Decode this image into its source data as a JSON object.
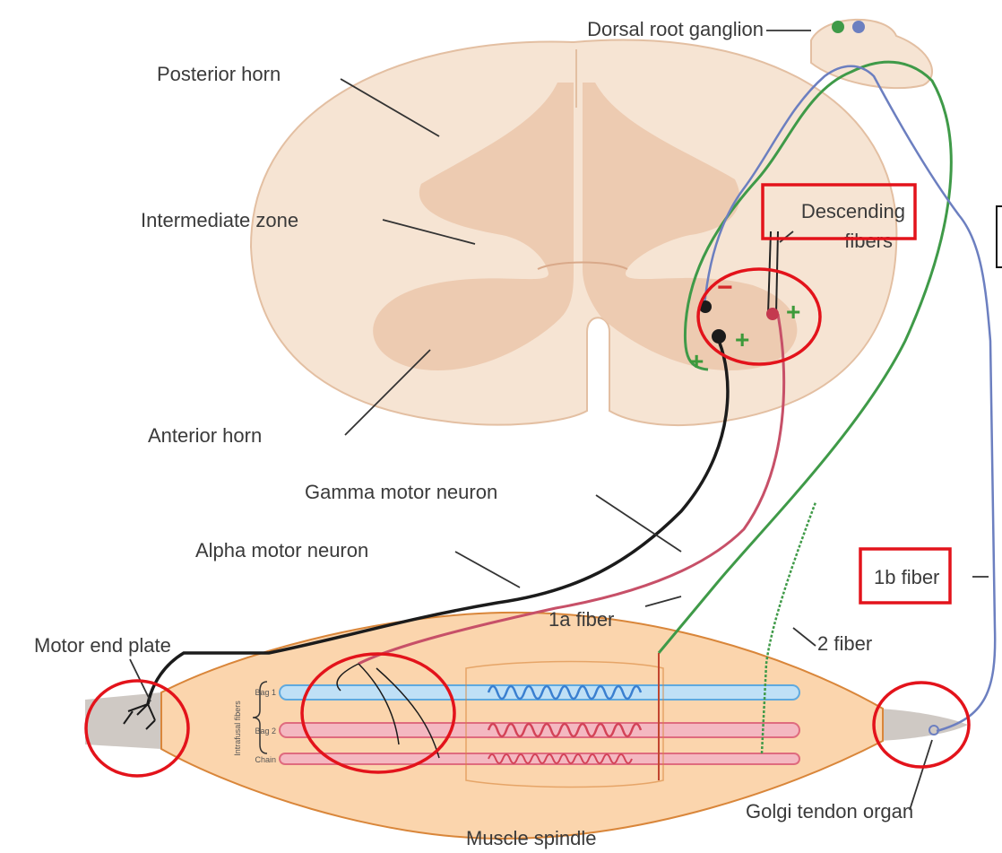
{
  "labels": {
    "dorsal_root_ganglion": "Dorsal root ganglion",
    "posterior_horn": "Posterior horn",
    "intermediate_zone": "Intermediate zone",
    "anterior_horn": "Anterior horn",
    "descending_line1": "Descending",
    "descending_line2": "fibers",
    "gamma_motor_neuron": "Gamma motor neuron",
    "alpha_motor_neuron": "Alpha motor neuron",
    "fiber_1a": "1a fiber",
    "fiber_2": "2 fiber",
    "fiber_1b": "1b fiber",
    "motor_end_plate": "Motor end plate",
    "golgi_tendon_organ": "Golgi tendon organ",
    "muscle_spindle": "Muscle spindle",
    "intrafusal_fibers": "Intrafusal fibers",
    "bag1": "Bag 1",
    "bag2": "Bag 2",
    "chain": "Chain"
  },
  "synapse_signs": {
    "minus": "−",
    "plus": "+"
  },
  "colors": {
    "cord_fill": "#f6e4d3",
    "grey_matter": "#ecc8ad",
    "muscle_fill": "#fbd5ad",
    "muscle_outline": "#d9863a",
    "tendon": "#cfc9c4",
    "alpha_neuron": "#1b1b1b",
    "gamma_neuron": "#c75068",
    "fiber_1a": "#3f9a48",
    "fiber_1b": "#6c7fc0",
    "bag1": "#8fc9ef",
    "bag2_chain": "#e98393",
    "highlight": "#e3131b",
    "plus_sign": "#3d9a3a"
  }
}
